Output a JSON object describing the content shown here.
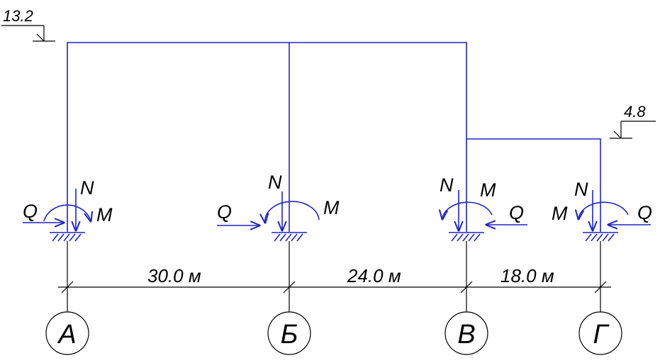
{
  "levels": {
    "top": "13.2",
    "mid": "4.8"
  },
  "dimensions": {
    "span_ab": "30.0 м",
    "span_bv": "24.0 м",
    "span_vg": "18.0 м"
  },
  "axes": {
    "a": "А",
    "b": "Б",
    "v": "В",
    "g": "Г"
  },
  "forces": {
    "n": "N",
    "q": "Q",
    "m": "M"
  },
  "colors": {
    "frame": "#1f24c8",
    "lines": "#000000"
  }
}
